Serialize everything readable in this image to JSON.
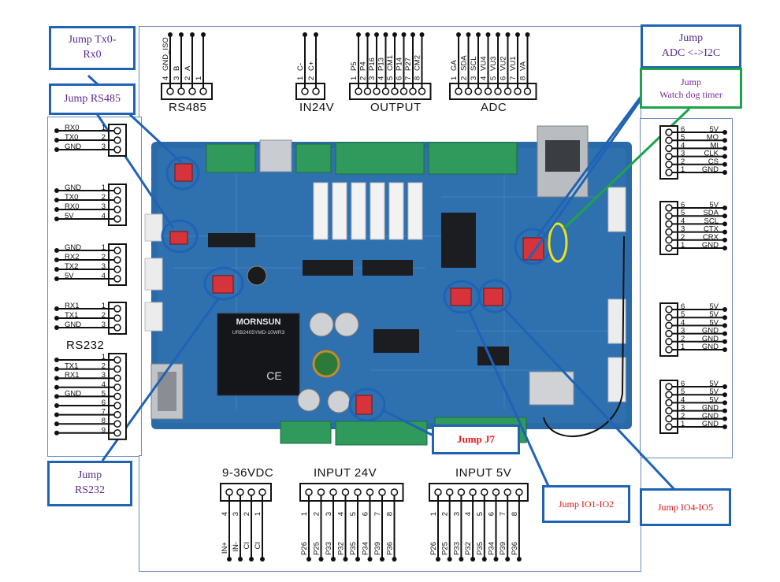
{
  "callouts": {
    "jump_tx0_rx0": "Jump Tx0-\nRx0",
    "jump_rs485": "Jump RS485",
    "jump_rs232": "Jump\nRS232",
    "jump_adc_i2c": "Jump\nADC <->I2C",
    "jump_watchdog": "Jump\nWatch dog timer",
    "jump_j7": "Jump J7",
    "jump_io1_io2": "Jump IO1-IO2",
    "jump_io4_io5": "Jump IO4-IO5"
  },
  "top_headers": {
    "rs485": {
      "title": "RS485",
      "labels": [
        "GND_ISO",
        "B",
        "A",
        ""
      ],
      "nums": [
        "4",
        "3",
        "2",
        "1"
      ]
    },
    "in24v": {
      "title": "IN24V",
      "labels": [
        "C-",
        "C+"
      ],
      "nums": [
        "1",
        "2"
      ]
    },
    "output": {
      "title": "OUTPUT",
      "labels": [
        "P5",
        "P4",
        "P16",
        "P13",
        "CM1",
        "P14",
        "P27",
        "CM2"
      ],
      "nums": [
        "1",
        "2",
        "3",
        "4",
        "5",
        "6",
        "7",
        "8"
      ]
    },
    "adc": {
      "title": "ADC",
      "labels": [
        "GA",
        "SDA",
        "SCL",
        "VU4",
        "VU3",
        "VU2",
        "VU1",
        "VA"
      ],
      "nums": [
        "1",
        "2",
        "3",
        "4",
        "5",
        "6",
        "7",
        "8"
      ]
    }
  },
  "left_headers": {
    "h1": {
      "labels": [
        "RX0",
        "TX0",
        "GND"
      ],
      "nums": [
        "1",
        "2",
        "3"
      ]
    },
    "h2": {
      "labels": [
        "GND",
        "TX0",
        "RX0",
        "5V"
      ],
      "nums": [
        "1",
        "2",
        "3",
        "4"
      ]
    },
    "h3": {
      "labels": [
        "GND",
        "RX2",
        "TX2",
        "5V"
      ],
      "nums": [
        "1",
        "2",
        "3",
        "4"
      ]
    },
    "h4": {
      "labels": [
        "RX1",
        "TX1",
        "GND"
      ],
      "nums": [
        "1",
        "2",
        "3"
      ]
    },
    "rs232_title": "RS232",
    "db9": {
      "labels": [
        "",
        "TX1",
        "RX1",
        "",
        "GND",
        "",
        "",
        "",
        ""
      ],
      "nums": [
        "1",
        "2",
        "3",
        "4",
        "5",
        "6",
        "7",
        "8",
        "9"
      ]
    }
  },
  "right_headers": {
    "h1": {
      "labels": [
        "5V",
        "MO",
        "MI",
        "CLK",
        "CS",
        "GND"
      ],
      "nums": [
        "6",
        "5",
        "4",
        "3",
        "2",
        "1"
      ]
    },
    "h2": {
      "labels": [
        "5V",
        "SDA",
        "SCL",
        "CTX",
        "CRX",
        "GND"
      ],
      "nums": [
        "6",
        "5",
        "4",
        "3",
        "2",
        "1"
      ]
    },
    "h3": {
      "labels": [
        "5V",
        "5V",
        "5V",
        "GND",
        "GND",
        "GND"
      ],
      "nums": [
        "6",
        "5",
        "4",
        "3",
        "2",
        "1"
      ]
    },
    "h4": {
      "labels": [
        "5V",
        "5V",
        "5V",
        "GND",
        "GND",
        "GND"
      ],
      "nums": [
        "6",
        "5",
        "4",
        "3",
        "2",
        "1"
      ]
    }
  },
  "bottom_headers": {
    "power": {
      "title": "9-36VDC",
      "labels": [
        "IN+",
        "IN-",
        "CI",
        "CI"
      ],
      "nums": [
        "4",
        "3",
        "2",
        "1"
      ]
    },
    "in24": {
      "title": "INPUT 24V",
      "labels": [
        "P26",
        "P25",
        "P33",
        "P32",
        "P35",
        "P34",
        "P39",
        "P36"
      ],
      "nums": [
        "1",
        "2",
        "3",
        "4",
        "5",
        "6",
        "7",
        "8"
      ]
    },
    "in5": {
      "title": "INPUT 5V",
      "labels": [
        "P26",
        "P25",
        "P33",
        "P32",
        "P35",
        "P34",
        "P39",
        "P36"
      ],
      "nums": [
        "1",
        "2",
        "3",
        "4",
        "5",
        "6",
        "7",
        "8"
      ]
    }
  },
  "board_marks": {
    "module_brand": "MORNSUN",
    "module_part": "URB2405YMD-10WR3",
    "module_ce": "CE"
  },
  "colors": {
    "callout_border": "#1f63b5",
    "callout_text": "#5b2c91",
    "callout_red_text": "#d41a1a",
    "watchdog_border": "#1ea34a",
    "board": "#2b6aa8",
    "terminal_green": "#2f9a5c",
    "jumper_red": "#d6343a",
    "highlight_circle": "#1f63b5",
    "watchdog_circle": "#f0e21a"
  }
}
